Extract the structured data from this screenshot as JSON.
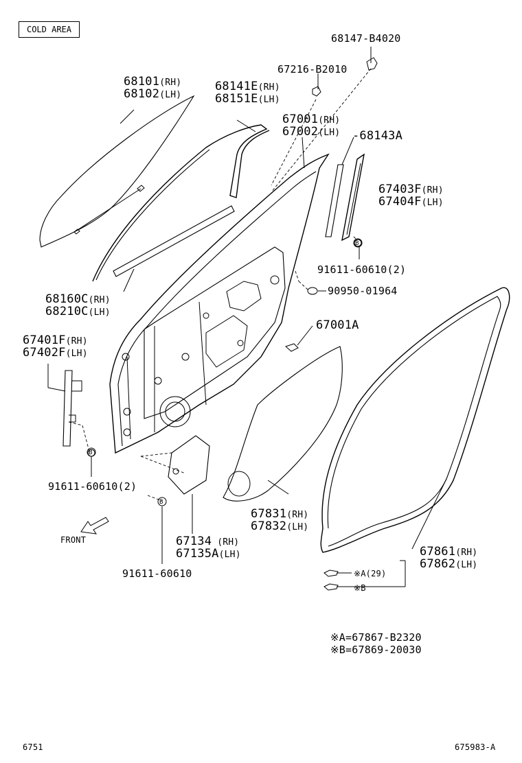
{
  "header": {
    "area_tag": "COLD AREA"
  },
  "footer": {
    "left_code": "6751",
    "right_code": "675983-A"
  },
  "parts": [
    {
      "key": "p1",
      "a": "68147-B4020",
      "b": ""
    },
    {
      "key": "p2",
      "a": "67216-B2010",
      "b": ""
    },
    {
      "key": "p3",
      "a": "68101",
      "a_suf": "(RH)",
      "b": "68102",
      "b_suf": "(LH)"
    },
    {
      "key": "p4",
      "a": "68141E",
      "a_suf": "(RH)",
      "b": "68151E",
      "b_suf": "(LH)"
    },
    {
      "key": "p5",
      "a": "67001",
      "a_suf": "(RH)",
      "b": "67002",
      "b_suf": "(LH)"
    },
    {
      "key": "p6",
      "a": "-68143A"
    },
    {
      "key": "p7",
      "a": "67403F",
      "a_suf": "(RH)",
      "b": "67404F",
      "b_suf": "(LH)"
    },
    {
      "key": "p8",
      "a": "91611-60610(2)"
    },
    {
      "key": "p9",
      "a": "90950-01964"
    },
    {
      "key": "p10",
      "a": "68160C",
      "a_suf": "(RH)",
      "b": "68210C",
      "b_suf": "(LH)"
    },
    {
      "key": "p11",
      "a": "67001A"
    },
    {
      "key": "p12",
      "a": "67401F",
      "a_suf": "(RH)",
      "b": "67402F",
      "b_suf": "(LH)"
    },
    {
      "key": "p13",
      "a": "91611-60610(2)"
    },
    {
      "key": "p14",
      "a": "67831",
      "a_suf": "(RH)",
      "b": "67832",
      "b_suf": "(LH)"
    },
    {
      "key": "p15",
      "a": "67134",
      "a_suf": " (RH)",
      "b": "67135A",
      "b_suf": "(LH)"
    },
    {
      "key": "p16",
      "a": "91611-60610"
    },
    {
      "key": "p17",
      "a": "67861",
      "a_suf": "(RH)",
      "b": "67862",
      "b_suf": "(LH)"
    }
  ],
  "clips": {
    "a": "※A(29)",
    "b": "※B"
  },
  "bolt_marker": "B",
  "front_label": "FRONT",
  "notes": {
    "a": "※A=67867-B2320",
    "b": "※B=67869-20030"
  }
}
